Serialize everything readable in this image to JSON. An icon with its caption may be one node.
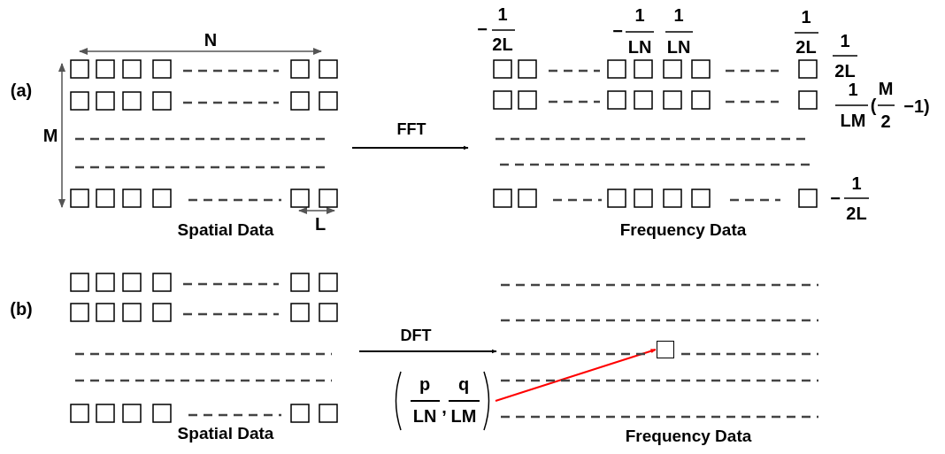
{
  "diagram": {
    "nodes": [
      {
        "text": [
          "Spatial Data"
        ]
      },
      {
        "text": [
          "Frequency Data"
        ]
      },
      {
        "text": [
          "Spatial Data"
        ]
      },
      {
        "text": [
          "Frequency Data"
        ]
      },
      {
        "text": [],
        "shape": "box",
        "in": 3
      },
      {
        "text": [
          "p",
          "LN",
          ",",
          "q",
          "LM"
        ]
      }
    ],
    "edges": [
      {
        "from": 0,
        "to": 1,
        "arrow": "to",
        "label": "FFT"
      },
      {
        "from": 2,
        "to": 3,
        "arrow": "to",
        "label": "DFT"
      },
      {
        "from": 5,
        "to": 4,
        "arrow": "to",
        "color": "#ff0000"
      }
    ],
    "labels": [
      "N",
      "(a)",
      "M",
      "L",
      "−",
      "1",
      "2L",
      "−",
      "1",
      "LN",
      "1",
      "LN",
      "1",
      "2L",
      "1",
      "2L",
      "1",
      "LM",
      "(",
      "M",
      "2",
      "−1)",
      "−",
      "1",
      "2L",
      "(b)"
    ]
  }
}
